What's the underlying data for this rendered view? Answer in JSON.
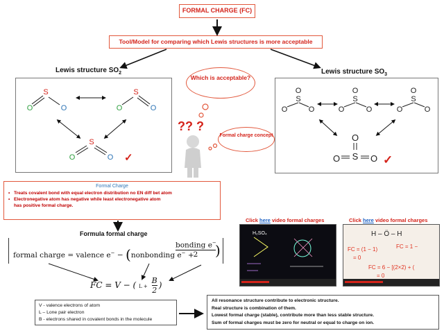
{
  "title": "FORMAL CHARGE (FC)",
  "tool": "Tool/Model for comparing which Lewis structures is more acceptable",
  "lewis_so2_title": "Lewis structure SO",
  "lewis_so2_sub": "2",
  "lewis_so3_title": "Lewis structure SO",
  "lewis_so3_sub": "3",
  "bubble_acceptable": "Which is acceptable?",
  "bubble_concept": "Formal charge concept",
  "atoms": {
    "S": "S",
    "O": "O"
  },
  "check": "✓",
  "question_marks": "?? ?",
  "fc_box": {
    "header": "Formal Charge",
    "bullet1": "Treats covalent bond with equal electron distribution no EN diff bet atom",
    "bullet2": "Electronegative atom has negative while least electronegative atom",
    "bullet2_cont": "has positive formal charge."
  },
  "formula_title": "Formula formal charge",
  "formula": {
    "lhs": "formal charge = valence e",
    "sup_minus": "−",
    "minus": " − ",
    "nonbonding": "nonbonding e",
    "plus": " + ",
    "bonding": "bonding e",
    "two": "2",
    "fc_lhs": "FC = V − (",
    "L": "L +",
    "B": "B",
    "close": ")"
  },
  "legend": {
    "v": "V - valence electrons of atom",
    "l": "L – Lone pair electron",
    "b": "B - electrons shared in covalent bonds in the molecule"
  },
  "notes": {
    "n1": "All resonance structure contribute to electronic structure.",
    "n2": "Real structure is combination of them.",
    "n3": "Lowest formal charge (stable), contribute more than less stable structure.",
    "n4": "Sum of formal charges must be zero for neutral or equal to charge on ion."
  },
  "video1": {
    "pre": "Click ",
    "link": "here",
    "post": " video formal charges",
    "formula_label": "H₂SO₄"
  },
  "video2": {
    "pre": "Click ",
    "link": "here",
    "post": " video formal charges",
    "line1": "H – Ö – H",
    "line2": "FC = (1 − 1)",
    "line3": "= 0",
    "line4": "FC = 1 − ",
    "line5": "FC = 6 − [(2×2) + (",
    "line6": "= 0"
  },
  "colors": {
    "accent": "#d4231a",
    "border": "#e2573b",
    "S": "#d4231a",
    "O_green": "#2e9e3f",
    "O_blue": "#2e75b6",
    "link": "#1a5fc2"
  }
}
